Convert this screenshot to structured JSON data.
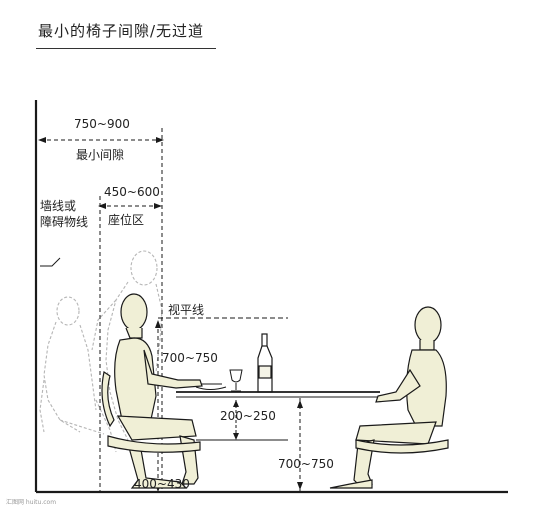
{
  "title": "最小的椅子间隙/无过道",
  "labels": {
    "clear_range": "750~900",
    "clear_name": "最小间隙",
    "wall_line": "墙线或\n障碍物线",
    "seat_range": "450~600",
    "seat_name": "座位区",
    "sight_line": "视平线",
    "eye_height": "700~750",
    "knee_gap": "200~250",
    "table_height": "700~750",
    "seat_height": "400~430"
  },
  "watermark": "汇图网 huitu.com",
  "colors": {
    "line": "#1a1a1a",
    "figure_fill": "#f0efd6",
    "ghost_stroke": "#b5b5b5"
  }
}
